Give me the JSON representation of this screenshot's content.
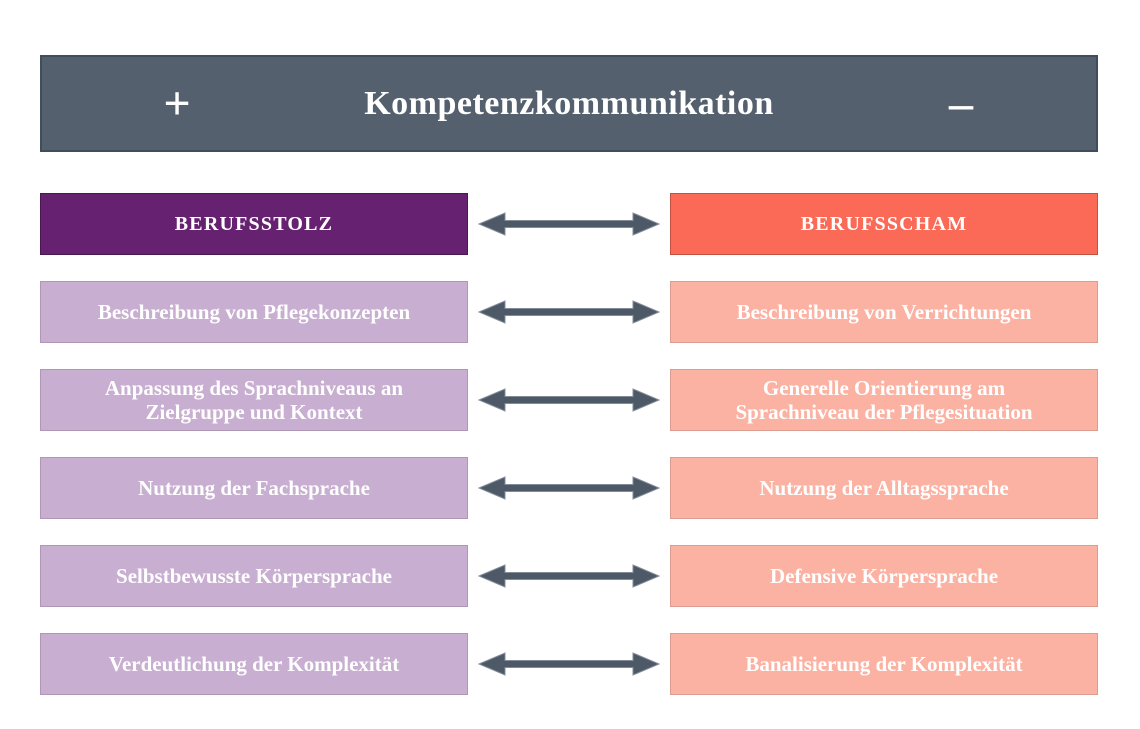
{
  "header": {
    "plus_label": "+",
    "title": "Kompetenzkommunikation",
    "minus_label": "–"
  },
  "colors": {
    "header_bg": "#54606e",
    "header_border": "#414d5b",
    "positive_strong": "#662271",
    "positive_light": "#c8aed0",
    "negative_strong": "#fb6a56",
    "negative_light": "#fbb2a3",
    "arrow": "#4d5967",
    "text": "#ffffff"
  },
  "rows": [
    {
      "left": "BERUFSSTOLZ",
      "right": "BERUFSSCHAM",
      "primary": true
    },
    {
      "left": "Beschreibung von Pflegekonzepten",
      "right": "Beschreibung von Verrichtungen",
      "primary": false
    },
    {
      "left": "Anpassung des Sprachniveaus an\nZielgruppe und Kontext",
      "right": "Generelle Orientierung am\nSprachniveau der Pflegesituation",
      "primary": false
    },
    {
      "left": "Nutzung der Fachsprache",
      "right": "Nutzung der Alltagssprache",
      "primary": false
    },
    {
      "left": "Selbstbewusste Körpersprache",
      "right": "Defensive Körpersprache",
      "primary": false
    },
    {
      "left": "Verdeutlichung der Komplexität",
      "right": "Banalisierung der Komplexität",
      "primary": false
    }
  ],
  "arrow_icon": "double-headed-arrow"
}
